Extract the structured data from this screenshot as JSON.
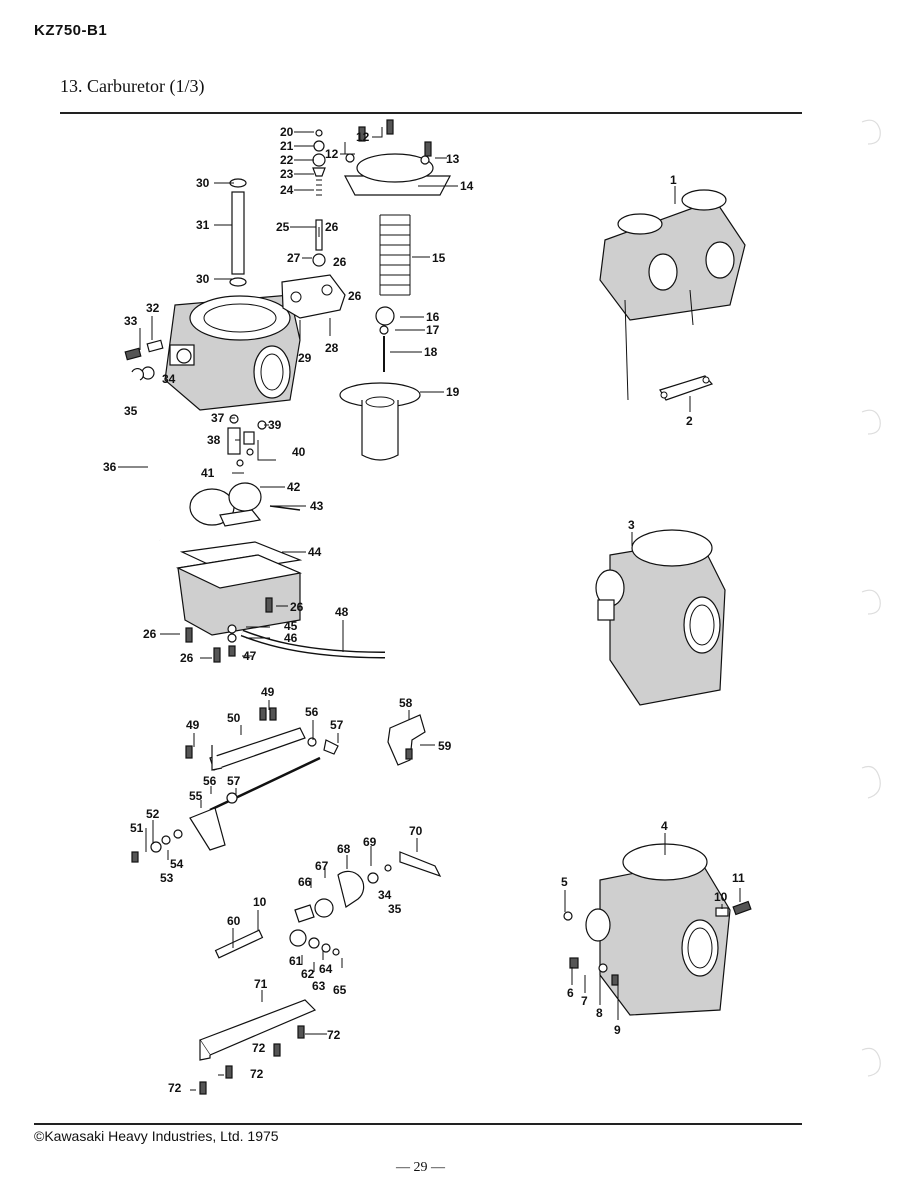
{
  "header": {
    "model": "KZ750-B1",
    "title": "13.  Carburetor (1/3)"
  },
  "footer": {
    "copyright": "©Kawasaki Heavy Industries, Ltd. 1975",
    "page": "— 29 —"
  },
  "callouts": {
    "p1": "1",
    "p2": "2",
    "p3": "3",
    "p4": "4",
    "p5": "5",
    "p6": "6",
    "p7": "7",
    "p8": "8",
    "p9": "9",
    "p10a": "10",
    "p10b": "10",
    "p11": "11",
    "p12a": "12",
    "p12b": "12",
    "p13": "13",
    "p14": "14",
    "p15": "15",
    "p16": "16",
    "p17": "17",
    "p18": "18",
    "p19": "19",
    "p20": "20",
    "p21": "21",
    "p22": "22",
    "p23": "23",
    "p24": "24",
    "p25": "25",
    "p26a": "26",
    "p26b": "26",
    "p26c": "26",
    "p26d": "26",
    "p26e": "26",
    "p26f": "26",
    "p27": "27",
    "p28": "28",
    "p29": "29",
    "p30a": "30",
    "p30b": "30",
    "p31": "31",
    "p32": "32",
    "p33": "33",
    "p34a": "34",
    "p34b": "34",
    "p35a": "35",
    "p35b": "35",
    "p36": "36",
    "p37": "37",
    "p38": "38",
    "p39": "39",
    "p40": "40",
    "p41": "41",
    "p42": "42",
    "p43": "43",
    "p44": "44",
    "p45": "45",
    "p46": "46",
    "p47": "47",
    "p48": "48",
    "p49a": "49",
    "p49b": "49",
    "p50": "50",
    "p51": "51",
    "p52": "52",
    "p53": "53",
    "p54": "54",
    "p55": "55",
    "p56a": "56",
    "p56b": "56",
    "p57a": "57",
    "p57b": "57",
    "p58": "58",
    "p59": "59",
    "p60": "60",
    "p61": "61",
    "p62": "62",
    "p63": "63",
    "p64": "64",
    "p65": "65",
    "p66": "66",
    "p67": "67",
    "p68": "68",
    "p69": "69",
    "p70": "70",
    "p71": "71",
    "p72a": "72",
    "p72b": "72",
    "p72c": "72",
    "p72d": "72"
  }
}
